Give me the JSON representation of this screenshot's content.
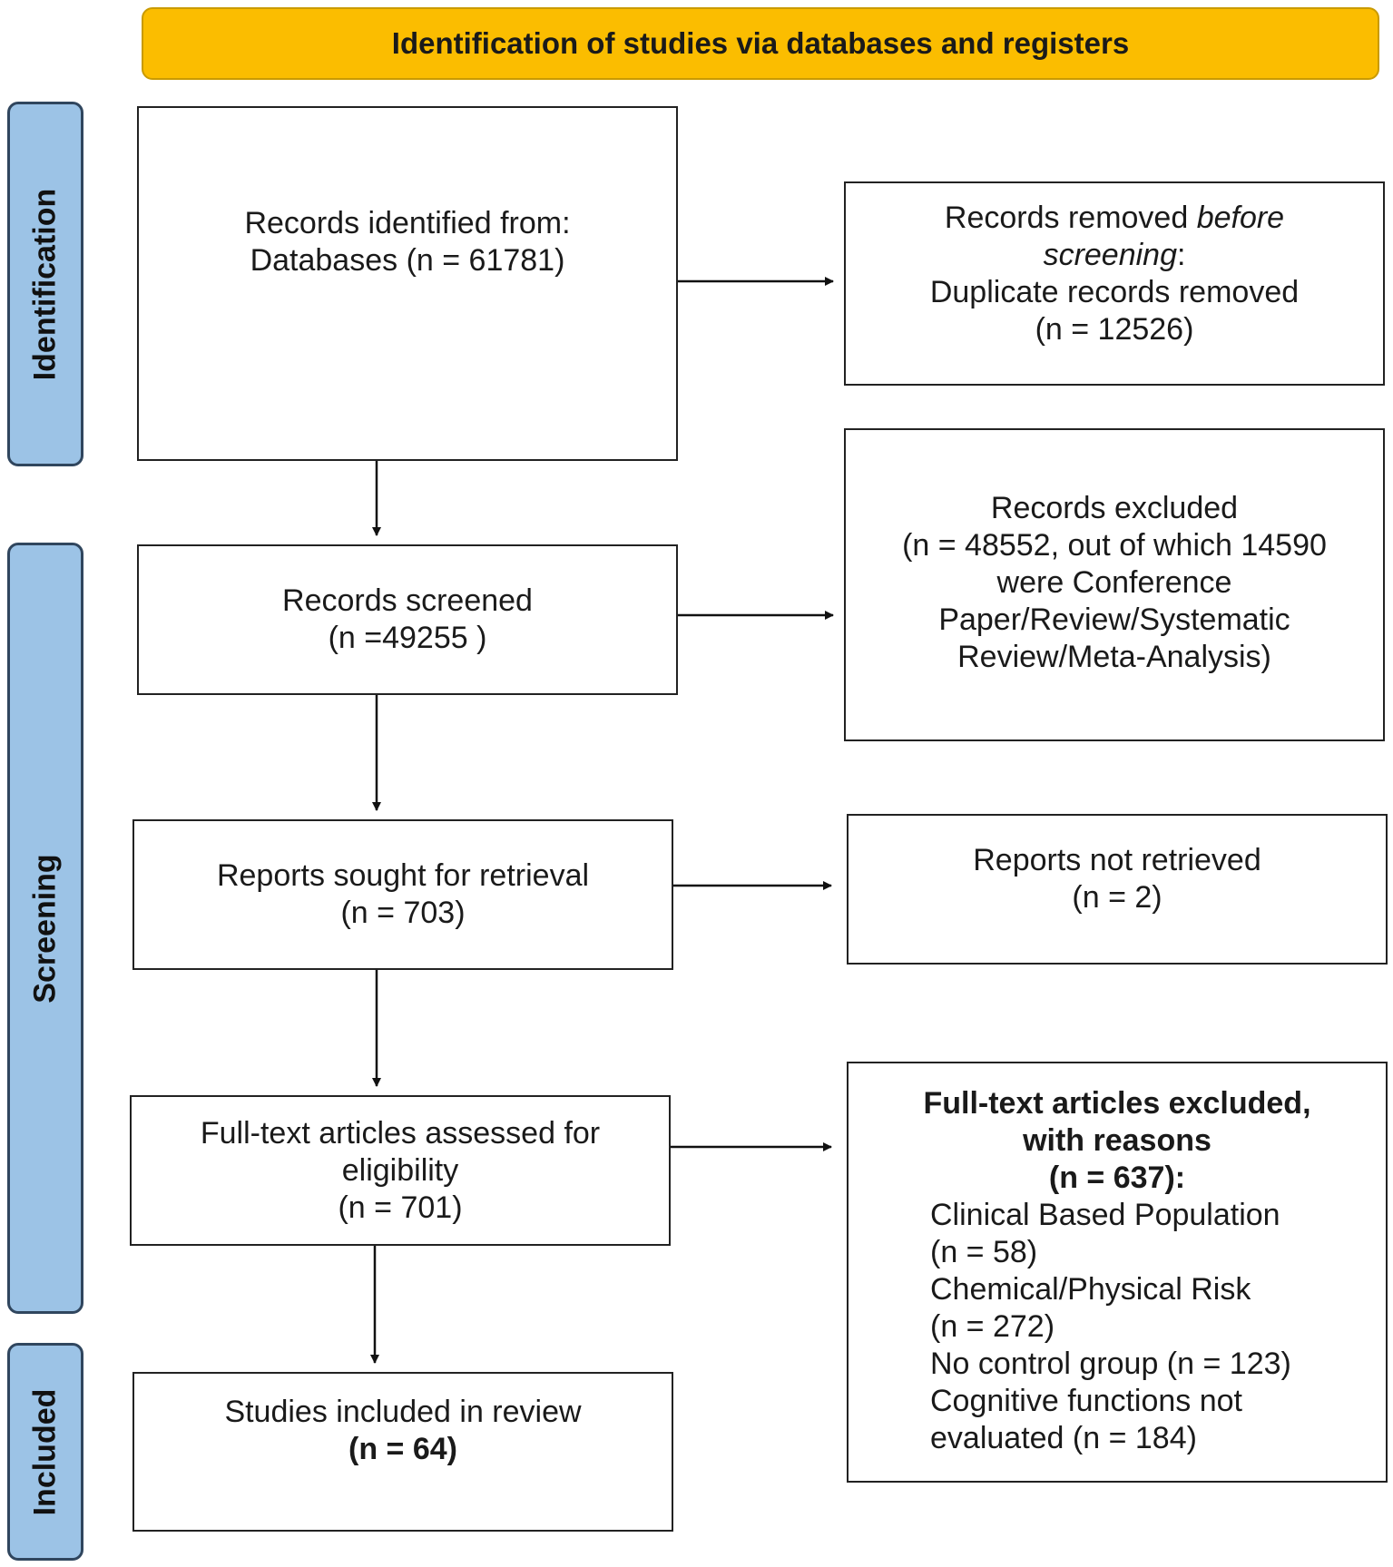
{
  "header": {
    "title": "Identification of studies via databases and registers"
  },
  "phases": {
    "identification": "Identification",
    "screening": "Screening",
    "included": "Included"
  },
  "boxes": {
    "identified": {
      "line1": "Records identified from:",
      "line2": "Databases (n = 61781)"
    },
    "removed": {
      "prefix": "Records removed ",
      "italic1": "before",
      "italic2": "screening",
      "suffix": ":",
      "line3": "Duplicate records removed",
      "line4": "(n = 12526)"
    },
    "screened": {
      "line1": "Records screened",
      "line2": "(n =49255 )"
    },
    "excluded": {
      "line1": "Records excluded",
      "line2": "(n = 48552, out of which 14590",
      "line3": "were Conference",
      "line4": "Paper/Review/Systematic",
      "line5": "Review/Meta-Analysis)"
    },
    "sought": {
      "line1": "Reports sought for retrieval",
      "line2": "(n = 703)"
    },
    "not_retrieved": {
      "line1": "Reports not retrieved",
      "line2": "(n = 2)"
    },
    "assessed": {
      "line1": "Full-text articles assessed for",
      "line2": "eligibility",
      "line3": "(n = 701)"
    },
    "fulltext_excluded": {
      "title1": "Full-text articles excluded,",
      "title2": "with reasons",
      "title3": "(n = 637):",
      "reasons": [
        "Clinical Based Population",
        "(n = 58)",
        "Chemical/Physical Risk",
        "(n = 272)",
        "No control group (n = 123)",
        "Cognitive functions not",
        "evaluated (n = 184)"
      ]
    },
    "included": {
      "line1": "Studies included in review",
      "line2": "(n = 64)"
    }
  }
}
